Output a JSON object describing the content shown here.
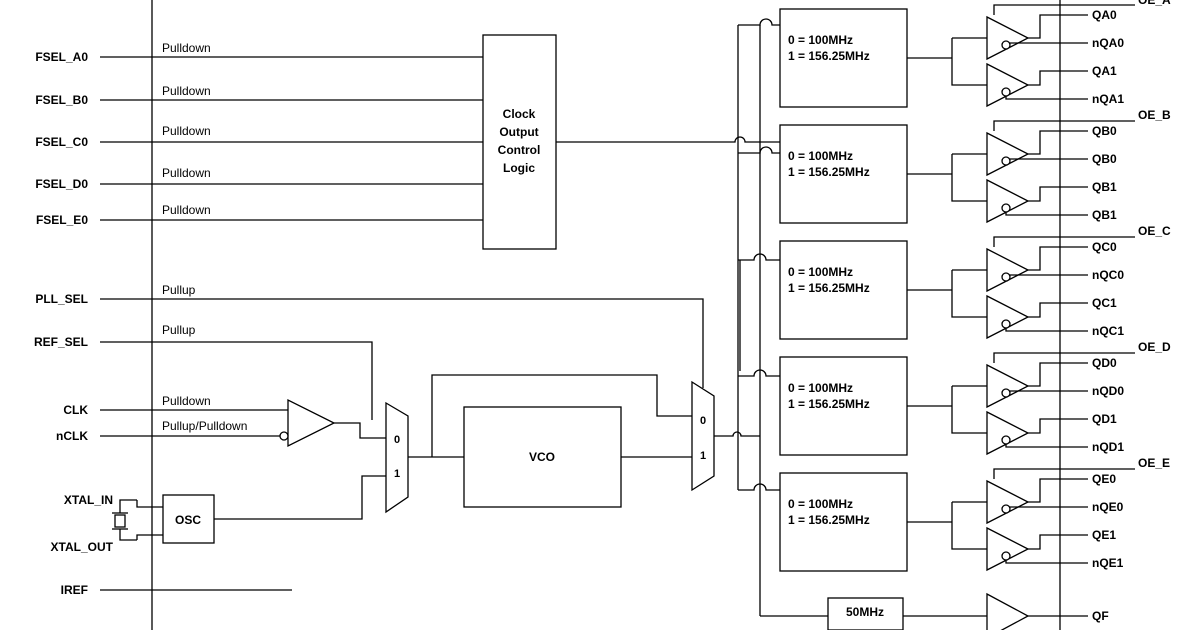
{
  "inputs": [
    {
      "pin": "FSEL_A0",
      "resistor": "Pulldown"
    },
    {
      "pin": "FSEL_B0",
      "resistor": "Pulldown"
    },
    {
      "pin": "FSEL_C0",
      "resistor": "Pulldown"
    },
    {
      "pin": "FSEL_D0",
      "resistor": "Pulldown"
    },
    {
      "pin": "FSEL_E0",
      "resistor": "Pulldown"
    },
    {
      "pin": "PLL_SEL",
      "resistor": "Pullup"
    },
    {
      "pin": "REF_SEL",
      "resistor": "Pullup"
    },
    {
      "pin": "CLK",
      "resistor": "Pulldown"
    },
    {
      "pin": "nCLK",
      "resistor": "Pullup/Pulldown"
    },
    {
      "pin": "XTAL_IN",
      "resistor": ""
    },
    {
      "pin": "XTAL_OUT",
      "resistor": ""
    },
    {
      "pin": "IREF",
      "resistor": ""
    }
  ],
  "blocks": {
    "control_logic": [
      "Clock",
      "Output",
      "Control",
      "Logic"
    ],
    "vco": "VCO",
    "osc": "OSC",
    "mux_in0": "0",
    "mux_in1": "1",
    "fixed_divider": "50MHz"
  },
  "dividers": [
    {
      "line1": "0 = 100MHz",
      "line2": "1 = 156.25MHz"
    },
    {
      "line1": "0 = 100MHz",
      "line2": "1 = 156.25MHz"
    },
    {
      "line1": "0 = 100MHz",
      "line2": "1 = 156.25MHz"
    },
    {
      "line1": "0 = 100MHz",
      "line2": "1 = 156.25MHz"
    },
    {
      "line1": "0 = 100MHz",
      "line2": "1 = 156.25MHz"
    }
  ],
  "output_enables": [
    "OE_A",
    "OE_B",
    "OE_C",
    "OE_D",
    "OE_E"
  ],
  "outputs": [
    [
      "QA0",
      "nQA0",
      "QA1",
      "nQA1"
    ],
    [
      "QB0",
      "QB0",
      "QB1",
      "QB1"
    ],
    [
      "QC0",
      "nQC0",
      "QC1",
      "nQC1"
    ],
    [
      "QD0",
      "nQD0",
      "QD1",
      "nQD1"
    ],
    [
      "QE0",
      "nQE0",
      "QE1",
      "nQE1"
    ]
  ],
  "output_f": "QF"
}
